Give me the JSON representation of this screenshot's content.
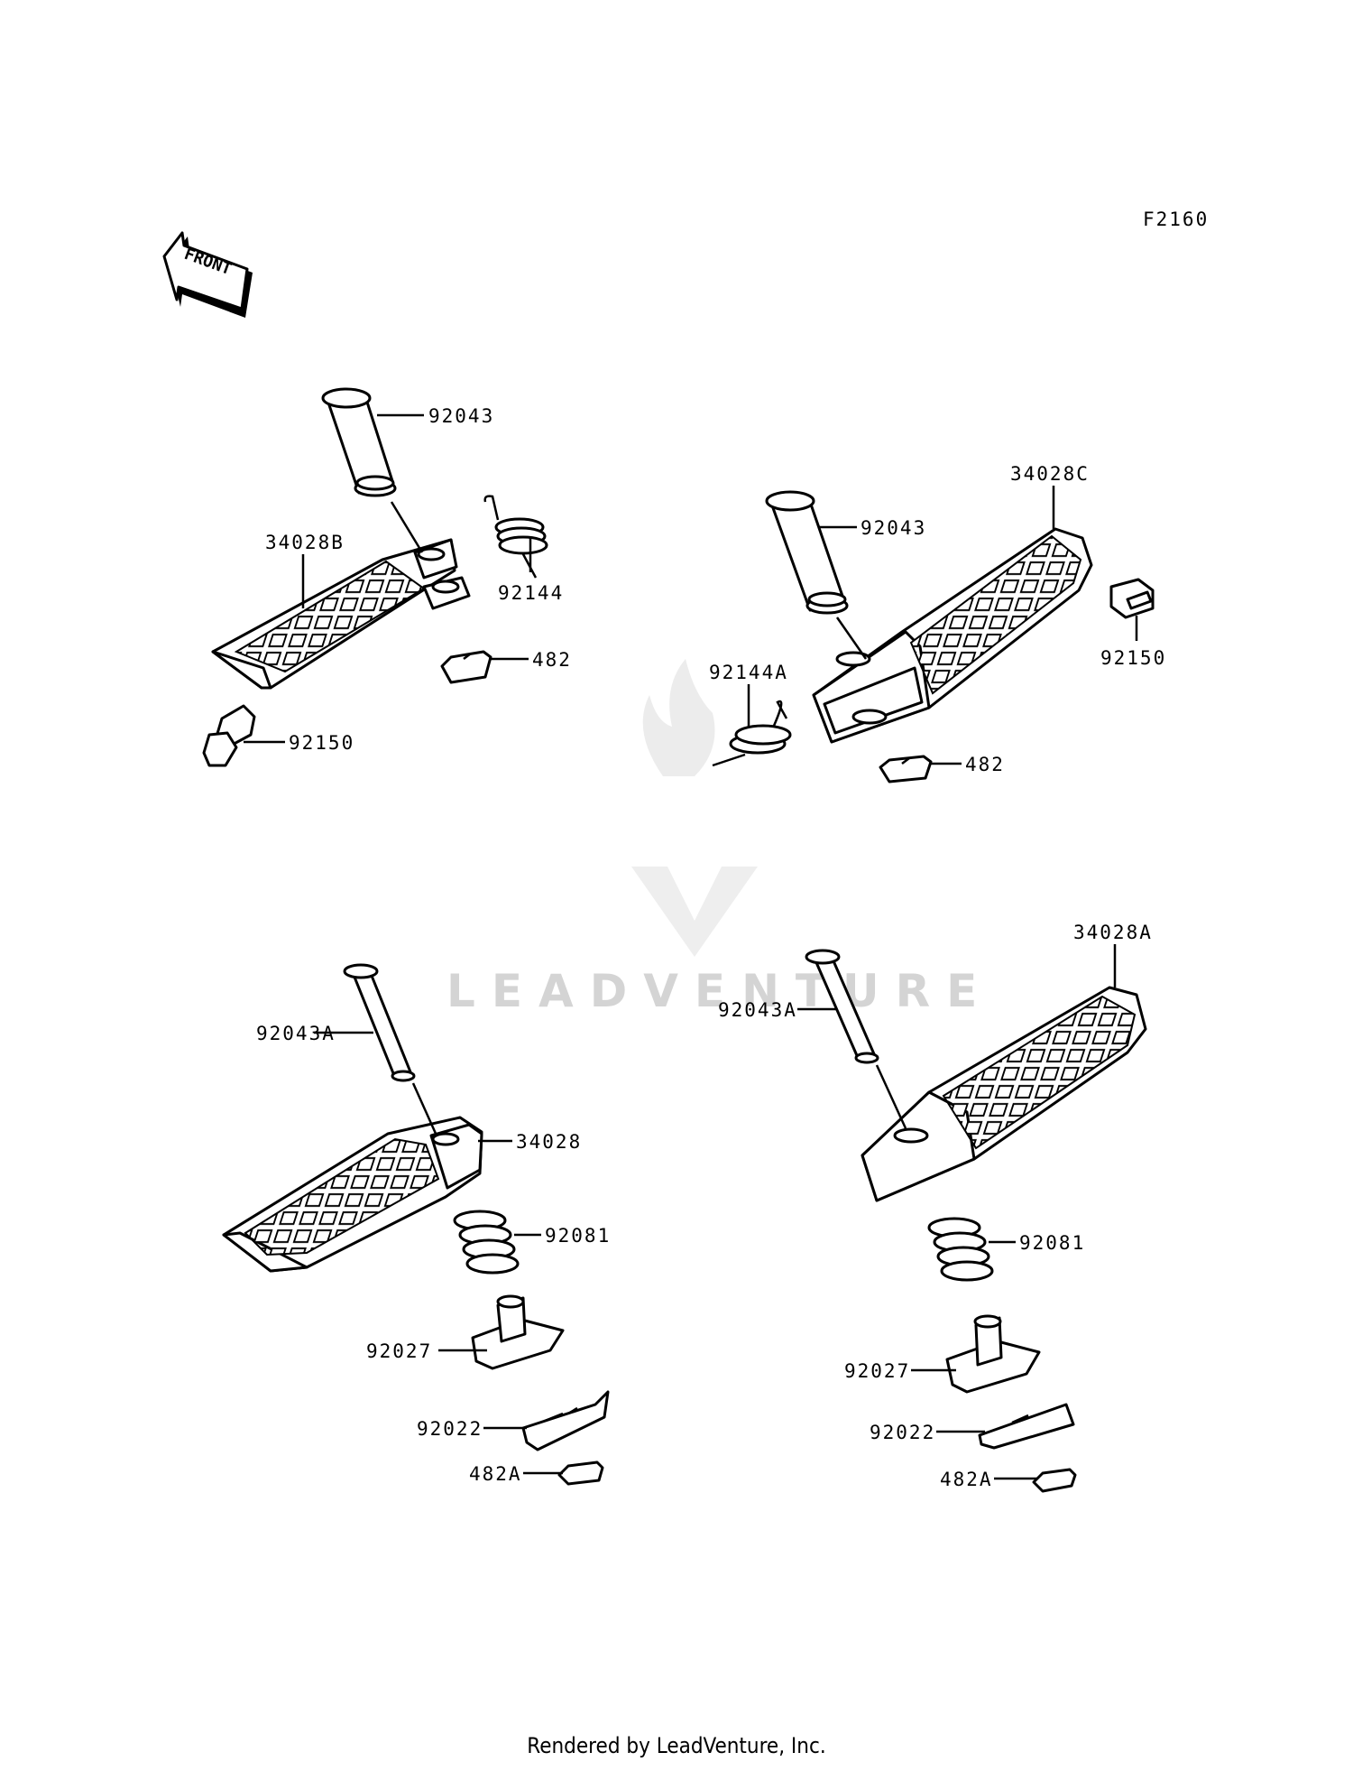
{
  "diagram_code": "F2160",
  "front_arrow_label": "FRONT",
  "watermark": "LEADVENTURE",
  "footer": "Rendered by LeadVenture, Inc.",
  "colors": {
    "ink": "#000000",
    "background": "#ffffff",
    "watermark": "#d4d4d4"
  },
  "labels": {
    "tl_92043": "92043",
    "tl_34028B": "34028B",
    "tl_92144": "92144",
    "tl_482": "482",
    "tl_92150": "92150",
    "tr_34028C": "34028C",
    "tr_92043": "92043",
    "tr_92150": "92150",
    "tr_92144A": "92144A",
    "tr_482": "482",
    "bl_92043A": "92043A",
    "bl_34028": "34028",
    "bl_92081": "92081",
    "bl_92027": "92027",
    "bl_92022": "92022",
    "bl_482A": "482A",
    "br_34028A": "34028A",
    "br_92043A": "92043A",
    "br_92081": "92081",
    "br_92027": "92027",
    "br_92022": "92022",
    "br_482A": "482A"
  }
}
